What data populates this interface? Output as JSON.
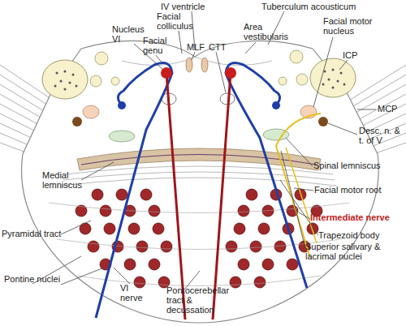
{
  "diagram": {
    "labels": [
      "IV ventricle",
      "Tuberculum acousticum",
      "Nucleus VI",
      "Facial colliculus",
      "Area vestibularis",
      "Facial genu",
      "MLF",
      "CTT",
      "Facial motor nucleus",
      "ICP",
      "MCP",
      "Desc. n. & t. of V",
      "Spinal lemniscus",
      "Medial lemniscus",
      "Facial motor root",
      "Intermediate nerve",
      "Trapezoid body",
      "Pyramidal tract",
      "Superior salivary & lacrimal nuclei",
      "Pontine nuclei",
      "VI nerve",
      "Pontocerebellar tract & decussation"
    ]
  }
}
